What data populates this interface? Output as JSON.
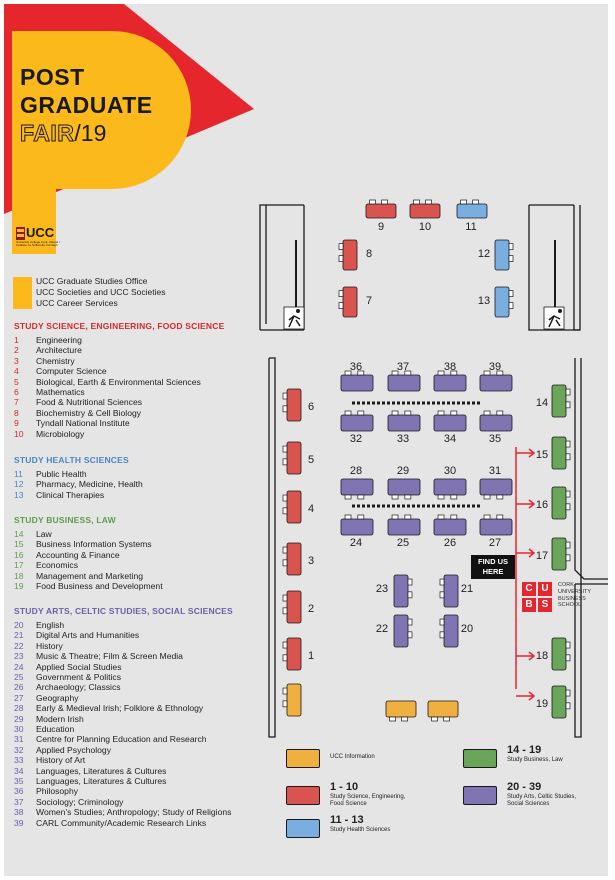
{
  "header": {
    "title_line1": "POST",
    "title_line2": "GRADUATE",
    "title_fair": "FAIR",
    "title_year": "/19",
    "logo_text": "UCC",
    "logo_subtext": "University College Cork, Ireland / Coláiste na hOllscoile Corcaigh"
  },
  "offices": [
    "UCC Graduate Studies Office",
    "UCC Societies and UCC Societies",
    "UCC Career Services"
  ],
  "colors": {
    "red": "#d9534f",
    "blue": "#7aaee0",
    "green": "#6aa55a",
    "purple": "#8074b3",
    "orange": "#f0b040",
    "yellow": "#fbb91c",
    "flag_red": "#e5262d",
    "arrow_red": "#e5262d",
    "heading_red": "#d32a2a",
    "heading_blue": "#4a86c5",
    "heading_green": "#5c9e4c",
    "heading_purple": "#6d5fa8"
  },
  "sections": [
    {
      "heading": "STUDY SCIENCE, ENGINEERING, FOOD SCIENCE",
      "color": "red",
      "items": [
        {
          "n": "1",
          "label": "Engineering"
        },
        {
          "n": "2",
          "label": "Architecture"
        },
        {
          "n": "3",
          "label": "Chemistry"
        },
        {
          "n": "4",
          "label": "Computer Science"
        },
        {
          "n": "5",
          "label": "Biological, Earth & Environmental Sciences"
        },
        {
          "n": "6",
          "label": "Mathematics"
        },
        {
          "n": "7",
          "label": "Food & Nutritional Sciences"
        },
        {
          "n": "8",
          "label": "Biochemistry & Cell Biology"
        },
        {
          "n": "9",
          "label": "Tyndall National Institute"
        },
        {
          "n": "10",
          "label": "Microbiology"
        }
      ]
    },
    {
      "heading": "STUDY HEALTH SCIENCES",
      "color": "blue",
      "items": [
        {
          "n": "11",
          "label": "Public Health"
        },
        {
          "n": "12",
          "label": "Pharmacy, Medicine, Health"
        },
        {
          "n": "13",
          "label": "Clinical Therapies"
        }
      ]
    },
    {
      "heading": "STUDY BUSINESS, LAW",
      "color": "green",
      "items": [
        {
          "n": "14",
          "label": "Law"
        },
        {
          "n": "15",
          "label": "Business Information Systems"
        },
        {
          "n": "16",
          "label": "Accounting & Finance"
        },
        {
          "n": "17",
          "label": "Economics"
        },
        {
          "n": "18",
          "label": "Management and Marketing"
        },
        {
          "n": "19",
          "label": "Food Business and Development"
        }
      ]
    },
    {
      "heading": "STUDY ARTS, CELTIC STUDIES, SOCIAL SCIENCES",
      "color": "purple",
      "items": [
        {
          "n": "20",
          "label": "English"
        },
        {
          "n": "21",
          "label": "Digital Arts and Humanities"
        },
        {
          "n": "22",
          "label": "History"
        },
        {
          "n": "23",
          "label": "Music & Theatre; Film & Screen Media"
        },
        {
          "n": "24",
          "label": "Applied Social Studies"
        },
        {
          "n": "25",
          "label": "Government & Politics"
        },
        {
          "n": "26",
          "label": "Archaeology; Classics"
        },
        {
          "n": "27",
          "label": "Geography"
        },
        {
          "n": "28",
          "label": "Early & Medieval Irish; Folklore & Ethnology"
        },
        {
          "n": "29",
          "label": "Modern Irish"
        },
        {
          "n": "30",
          "label": "Education"
        },
        {
          "n": "31",
          "label": "Centre for Planning Education and Research"
        },
        {
          "n": "32",
          "label": "Applied Psychology"
        },
        {
          "n": "33",
          "label": "History of Art"
        },
        {
          "n": "34",
          "label": "Languages, Literatures & Cultures"
        },
        {
          "n": "35",
          "label": "Languages, Literatures & Cultures"
        },
        {
          "n": "36",
          "label": "Philosophy"
        },
        {
          "n": "37",
          "label": "Sociology; Criminology"
        },
        {
          "n": "38",
          "label": "Women's Studies; Anthropology; Study of Religions"
        },
        {
          "n": "39",
          "label": "CARL Community/Academic Research Links"
        }
      ]
    }
  ],
  "map": {
    "find_us_line1": "FIND US",
    "find_us_line2": "HERE",
    "cubs_letters": [
      "C",
      "U",
      "B",
      "S"
    ],
    "cubs_text": [
      "CORK",
      "UNIVERSITY",
      "BUSINESS",
      "SCHOOL"
    ],
    "stall_numbers": [
      "1",
      "2",
      "3",
      "4",
      "5",
      "6",
      "7",
      "8",
      "9",
      "10",
      "11",
      "12",
      "13",
      "14",
      "15",
      "16",
      "17",
      "18",
      "19",
      "20",
      "21",
      "22",
      "23",
      "24",
      "25",
      "26",
      "27",
      "28",
      "29",
      "30",
      "31",
      "32",
      "33",
      "34",
      "35",
      "36",
      "37",
      "38",
      "39"
    ]
  },
  "key": [
    {
      "range": "",
      "sub": "UCC Information",
      "color": "orange"
    },
    {
      "range": "1 - 10",
      "sub": "Study Science, Engineering, Food Science",
      "color": "red"
    },
    {
      "range": "11 - 13",
      "sub": "Study Health Sciences",
      "color": "blue"
    },
    {
      "range": "14 - 19",
      "sub": "Study Business, Law",
      "color": "green"
    },
    {
      "range": "20 - 39",
      "sub": "Study Arts, Celtic Studies, Social Sciences",
      "color": "purple"
    }
  ]
}
